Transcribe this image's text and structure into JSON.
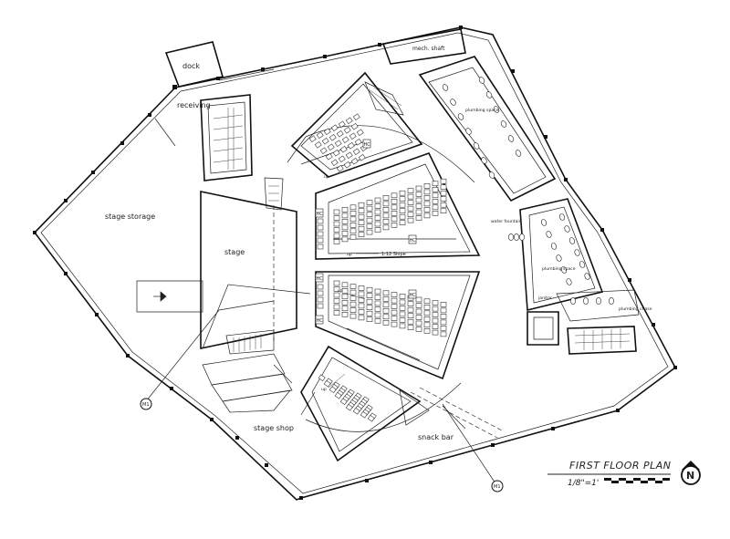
{
  "drawing": {
    "title": "FIRST FLOOR PLAN",
    "scale": "1/8\"=1'",
    "north_label": "N"
  },
  "rooms": {
    "dock": "dock",
    "receiving": "receiving",
    "stage_storage": "stage storage",
    "stage": "stage",
    "stage_shop": "stage shop",
    "snack_bar": "snack bar",
    "mech_shaft": "mech. shaft",
    "plumbing_space_top": "plumbing space",
    "plumbing_space_right": "plumbing space",
    "plumbing_chase": "plumbing chase",
    "water_fountain": "water fountain",
    "janitor": "janitor"
  },
  "annotations": {
    "slope": "1:12 Slope",
    "hc": "HC",
    "up": "up",
    "section_tag_left": "M1",
    "section_tag_bottom": "M1"
  },
  "colors": {
    "line": "#111111",
    "background": "#ffffff"
  }
}
